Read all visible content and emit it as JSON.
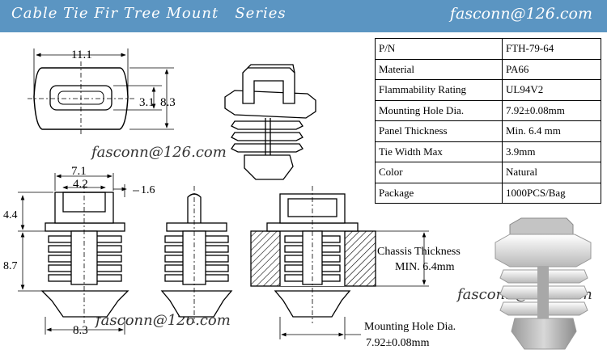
{
  "header": {
    "title": "Cable Tie Fir Tree Mount   Series",
    "email": "fasconn@126.com"
  },
  "specs": [
    {
      "label": "P/N",
      "value": "FTH-79-64"
    },
    {
      "label": "Material",
      "value": "PA66"
    },
    {
      "label": "Flammability Rating",
      "value": "UL94V2"
    },
    {
      "label": "Mounting Hole Dia.",
      "value": "7.92±0.08mm"
    },
    {
      "label": "Panel Thickness",
      "value": "Min. 6.4  mm"
    },
    {
      "label": "Tie Width Max",
      "value": "3.9mm"
    },
    {
      "label": "Color",
      "value": "Natural"
    },
    {
      "label": "Package",
      "value": "1000PCS/Bag"
    }
  ],
  "watermarks": [
    "fasconn@126.com",
    "fasconn@126.com",
    "fasconn@126.com"
  ],
  "dimensions": {
    "top_width": "11.1",
    "slot": "3.1",
    "top_height": "8.3",
    "head_width": "7.1",
    "slot_width": "4.2",
    "wall": "1.6",
    "head_height": "4.4",
    "stem_height": "8.7",
    "base_width": "8.3"
  },
  "callouts": {
    "chassis_line1": "Chassis Thickness",
    "chassis_line2": "MIN. 6.4mm",
    "hole_line1": "Mounting Hole Dia.",
    "hole_line2": "7.92±0.08mm"
  }
}
